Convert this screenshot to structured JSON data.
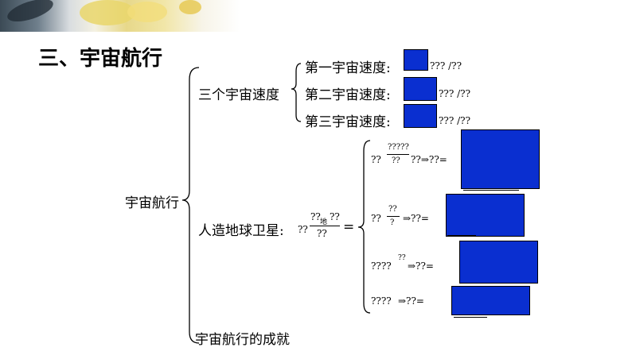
{
  "title": "三、宇宙航行",
  "root": "宇宙航行",
  "branches": {
    "speeds": {
      "label": "三个宇宙速度",
      "items": [
        {
          "label": "第一宇宙速度:",
          "unit_tail": "??? /??"
        },
        {
          "label": "第二宇宙速度:",
          "unit_tail": "??? /??"
        },
        {
          "label": "第三宇宙速度:",
          "unit_tail": "??? /??"
        }
      ]
    },
    "satellite": {
      "label": "人造地球卫星:",
      "formula_head": "??",
      "formula_numerator_left": "??",
      "formula_numerator_mid": "地",
      "formula_numerator_right": "??",
      "formula_denominator": "??",
      "equals": "=",
      "sub_rows": [
        {
          "lhs": "??",
          "num": "?????",
          "den": "??",
          "mid": "??⇒??=",
          "arrow": "⇒"
        },
        {
          "lhs": "??",
          "num": "??",
          "den": "?",
          "mid": "⇒??=",
          "arrow": "⇒"
        },
        {
          "lhs": "????",
          "num": "??",
          "den": "",
          "mid": "⇒??=",
          "arrow": "⇒"
        },
        {
          "lhs": "????",
          "num": "",
          "den": "",
          "mid": "⇒??=",
          "arrow": "⇒"
        }
      ]
    },
    "achievements": {
      "label": "宇宙航行的成就"
    }
  },
  "colors": {
    "answer_box": "#0a2fd0"
  }
}
